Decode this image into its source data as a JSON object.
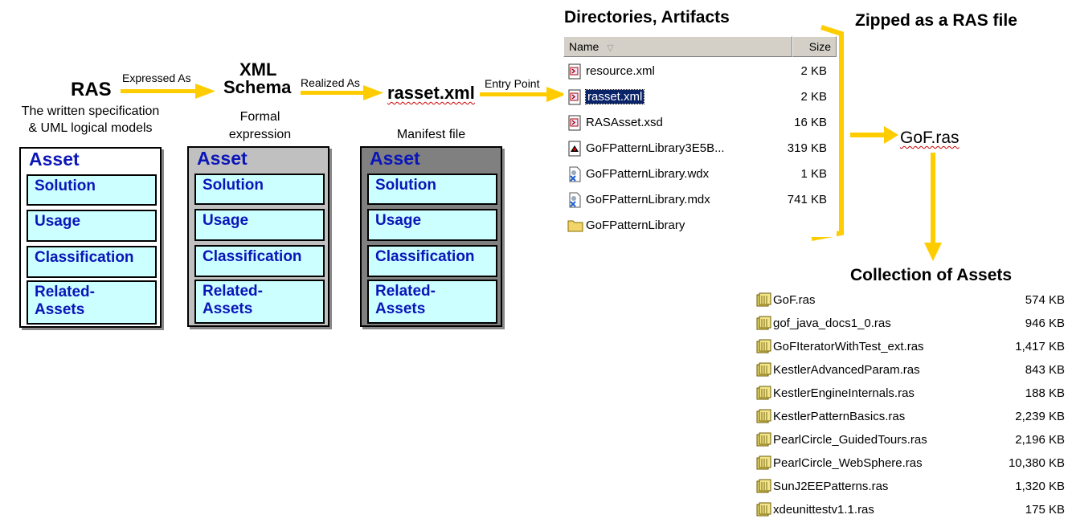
{
  "flow": {
    "ras_title": "RAS",
    "ras_desc_1": "The written specification",
    "ras_desc_2": "& UML logical models",
    "arrow1_label": "Expressed As",
    "xml_title_1": "XML",
    "xml_title_2": "Schema",
    "xml_desc_1": "Formal",
    "xml_desc_2": "expression",
    "arrow2_label": "Realized As",
    "rasset_title": "rasset.xml",
    "rasset_desc": "Manifest file",
    "arrow3_label": "Entry Point",
    "dirs_title": "Directories, Artifacts",
    "zipped_title": "Zipped as a RAS file",
    "gof_title": "GoF.ras",
    "collection_title": "Collection of Assets"
  },
  "model": {
    "asset": "Asset",
    "solution": "Solution",
    "usage": "Usage",
    "classification": "Classification",
    "related_1": "Related-",
    "related_2": "Assets"
  },
  "models": [
    {
      "background": "#ffffff"
    },
    {
      "background": "#c0c0c0"
    },
    {
      "background": "#808080"
    }
  ],
  "explorer": {
    "col_name": "Name",
    "col_size": "Size",
    "files": [
      {
        "name": "resource.xml",
        "size": "2 KB",
        "icon": "xml-file-icon"
      },
      {
        "name": "rasset.xml",
        "size": "2 KB",
        "icon": "xml-file-icon"
      },
      {
        "name": "RASAsset.xsd",
        "size": "16 KB",
        "icon": "xml-file-icon"
      },
      {
        "name": "GoFPatternLibrary3E5B...",
        "size": "319 KB",
        "icon": "model-file-icon"
      },
      {
        "name": "GoFPatternLibrary.wdx",
        "size": "1 KB",
        "icon": "unknown-file-icon"
      },
      {
        "name": "GoFPatternLibrary.mdx",
        "size": "741 KB",
        "icon": "unknown-file-icon"
      },
      {
        "name": "GoFPatternLibrary",
        "size": "",
        "icon": "folder-icon"
      }
    ]
  },
  "collection": [
    {
      "name": "GoF.ras",
      "size": "574 KB"
    },
    {
      "name": "gof_java_docs1_0.ras",
      "size": "946 KB"
    },
    {
      "name": "GoFIteratorWithTest_ext.ras",
      "size": "1,417 KB"
    },
    {
      "name": "KestlerAdvancedParam.ras",
      "size": "843 KB"
    },
    {
      "name": "KestlerEngineInternals.ras",
      "size": "188 KB"
    },
    {
      "name": "KestlerPatternBasics.ras",
      "size": "2,239 KB"
    },
    {
      "name": "PearlCircle_GuidedTours.ras",
      "size": "2,196 KB"
    },
    {
      "name": "PearlCircle_WebSphere.ras",
      "size": "10,380 KB"
    },
    {
      "name": "SunJ2EEPatterns.ras",
      "size": "1,320 KB"
    },
    {
      "name": "xdeunittestv1.1.ras",
      "size": "175 KB"
    }
  ],
  "colors": {
    "arrow": "#ffcc00",
    "asset_text": "#0a16b8",
    "part_fill": "#ccffff",
    "selection": "#0a246a"
  }
}
